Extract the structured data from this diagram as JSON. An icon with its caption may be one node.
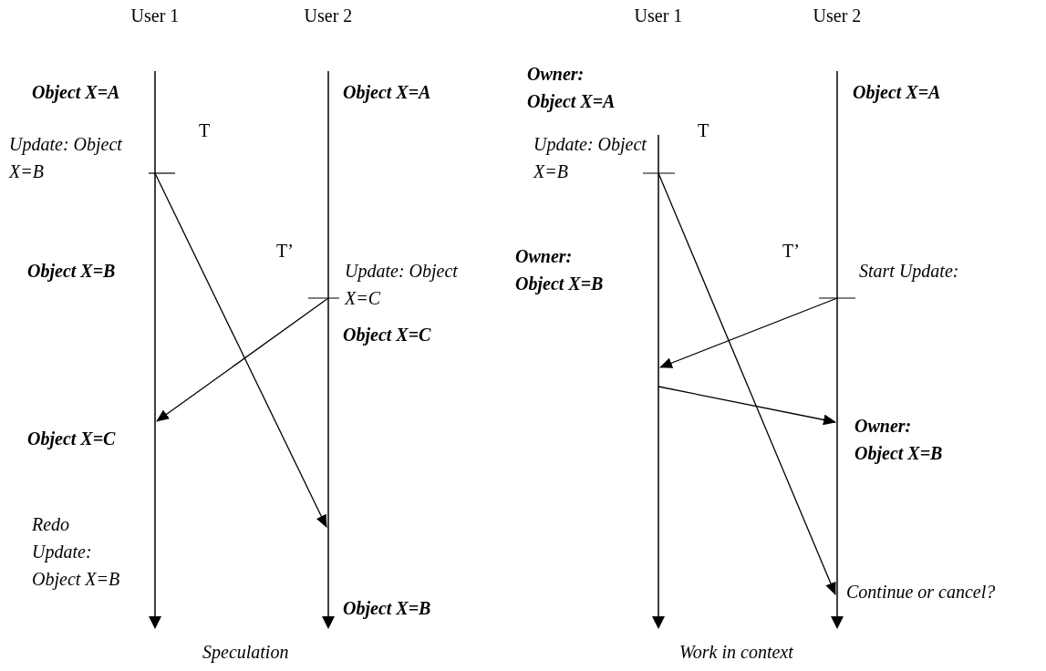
{
  "diagram": {
    "nodes": [
      {
        "text": [
          "User 1"
        ]
      },
      {
        "text": [
          "User 2"
        ]
      },
      {
        "text": [
          "User 1"
        ]
      },
      {
        "text": [
          "User 2"
        ]
      }
    ],
    "edges": [
      {
        "from": 0,
        "to": 1,
        "arrow": "to"
      },
      {
        "from": 1,
        "to": 0,
        "arrow": "to"
      },
      {
        "from": 2,
        "to": 3,
        "arrow": "to"
      },
      {
        "from": 3,
        "to": 2,
        "arrow": "to"
      },
      {
        "from": 2,
        "to": 3,
        "arrow": "to"
      }
    ],
    "labels": [
      "Object X=A",
      "Object X=A",
      "T",
      "Update: Object X=B",
      "T’",
      "Object X=B",
      "Update: Object X=C",
      "Object X=C",
      "Object X=C",
      "Redo Update: Object X=B",
      "Object X=B",
      "Speculation",
      "Owner: Object X=A",
      "Object X=A",
      "T",
      "Update: Object X=B",
      "Owner: Object X=B",
      "T’",
      "Start Update:",
      "Owner: Object X=B",
      "Continue  or cancel?",
      "Work in context"
    ]
  }
}
